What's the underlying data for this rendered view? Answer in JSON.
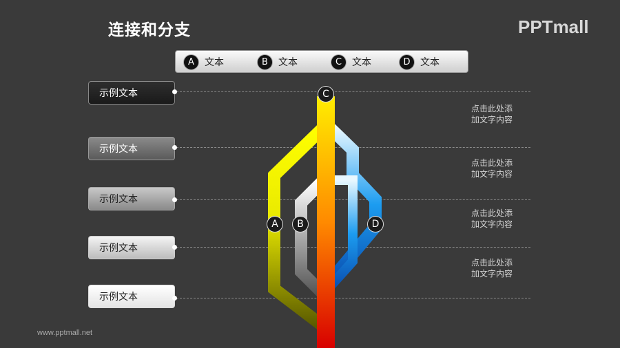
{
  "title": "连接和分支",
  "logo": "PPTmall",
  "footer": "www.pptmall.net",
  "legend": [
    {
      "letter": "A",
      "label": "文本"
    },
    {
      "letter": "B",
      "label": "文本"
    },
    {
      "letter": "C",
      "label": "文本"
    },
    {
      "letter": "D",
      "label": "文本"
    }
  ],
  "rows": [
    {
      "label": "示例文本"
    },
    {
      "label": "示例文本"
    },
    {
      "label": "示例文本"
    },
    {
      "label": "示例文本"
    },
    {
      "label": "示例文本"
    }
  ],
  "notes": [
    {
      "line1": "点击此处添",
      "line2": "加文字内容"
    },
    {
      "line1": "点击此处添",
      "line2": "加文字内容"
    },
    {
      "line1": "点击此处添",
      "line2": "加文字内容"
    },
    {
      "line1": "点击此处添",
      "line2": "加文字内容"
    }
  ],
  "path_badges": {
    "a": "A",
    "b": "B",
    "c": "C",
    "d": "D"
  },
  "colors": {
    "background": "#3a3a3a",
    "path_a": "#ffff00",
    "path_b": "#e0e0e0",
    "path_c": "#ff8c00",
    "path_d": "#1e90ff"
  }
}
